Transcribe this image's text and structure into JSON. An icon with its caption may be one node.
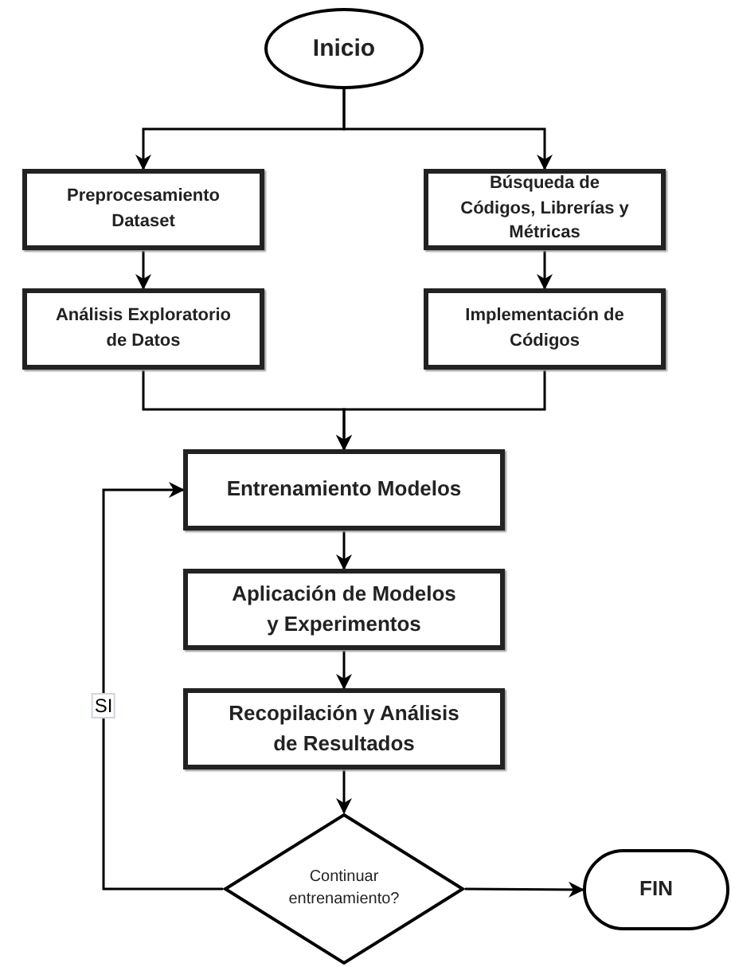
{
  "diagram": {
    "nodes": [
      {
        "text": [
          "Inicio"
        ]
      },
      {
        "text": [
          "Preprocesamiento Dataset"
        ]
      },
      {
        "text": [
          "Análisis Exploratorio de Datos"
        ]
      },
      {
        "text": [
          "Búsqueda de Códigos, Librerías y Métricas"
        ]
      },
      {
        "text": [
          "Implementación de Códigos"
        ]
      },
      {
        "text": [
          "Entrenamiento Modelos"
        ]
      },
      {
        "text": [
          "Aplicación de Modelos y Experimentos"
        ]
      },
      {
        "text": [
          "Recopilación y Análisis de Resultados"
        ]
      },
      {
        "text": [
          "Continuar entrenamiento?"
        ]
      },
      {
        "text": [
          "FIN"
        ]
      }
    ],
    "edges": [
      {
        "from": 0,
        "to": 1,
        "arrow": "to"
      },
      {
        "from": 0,
        "to": 3,
        "arrow": "to"
      },
      {
        "from": 1,
        "to": 2,
        "arrow": "to"
      },
      {
        "from": 3,
        "to": 4,
        "arrow": "to"
      },
      {
        "from": 2,
        "to": 5,
        "arrow": "to"
      },
      {
        "from": 4,
        "to": 5,
        "arrow": "to"
      },
      {
        "from": 5,
        "to": 6,
        "arrow": "to"
      },
      {
        "from": 6,
        "to": 7,
        "arrow": "to"
      },
      {
        "from": 7,
        "to": 8,
        "arrow": "to"
      },
      {
        "from": 8,
        "to": 5,
        "arrow": "to",
        "label": "SI"
      },
      {
        "from": 8,
        "to": 9,
        "arrow": "to"
      }
    ]
  }
}
